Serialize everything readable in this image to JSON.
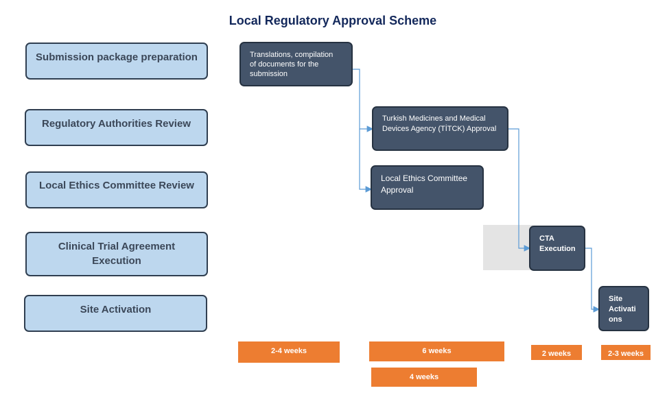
{
  "title": "Local Regulatory Approval Scheme",
  "lanes": [
    "Submission package preparation",
    "Regulatory Authorities Review",
    "Local Ethics Committee Review",
    "Clinical Trial Agreement\nExecution",
    "Site Activation"
  ],
  "steps": {
    "translations": "Translations, compilation\nof documents for the\nsubmission",
    "titck": "Turkish Medicines and Medical\nDevices Agency (TİTCK) Approval",
    "ethics": "Local Ethics Committee\nApproval",
    "cta": "CTA\nExecution",
    "site": "Site\nActivati\nons"
  },
  "durations": [
    "2-4 weeks",
    "6 weeks",
    "4 weeks",
    "2 weeks",
    "2-3 weeks"
  ],
  "colors": {
    "lane_fill": "#bdd7ee",
    "step_fill": "#44546a",
    "duration_fill": "#ed7d31",
    "connector": "#5b9bd5",
    "title": "#13285b"
  }
}
